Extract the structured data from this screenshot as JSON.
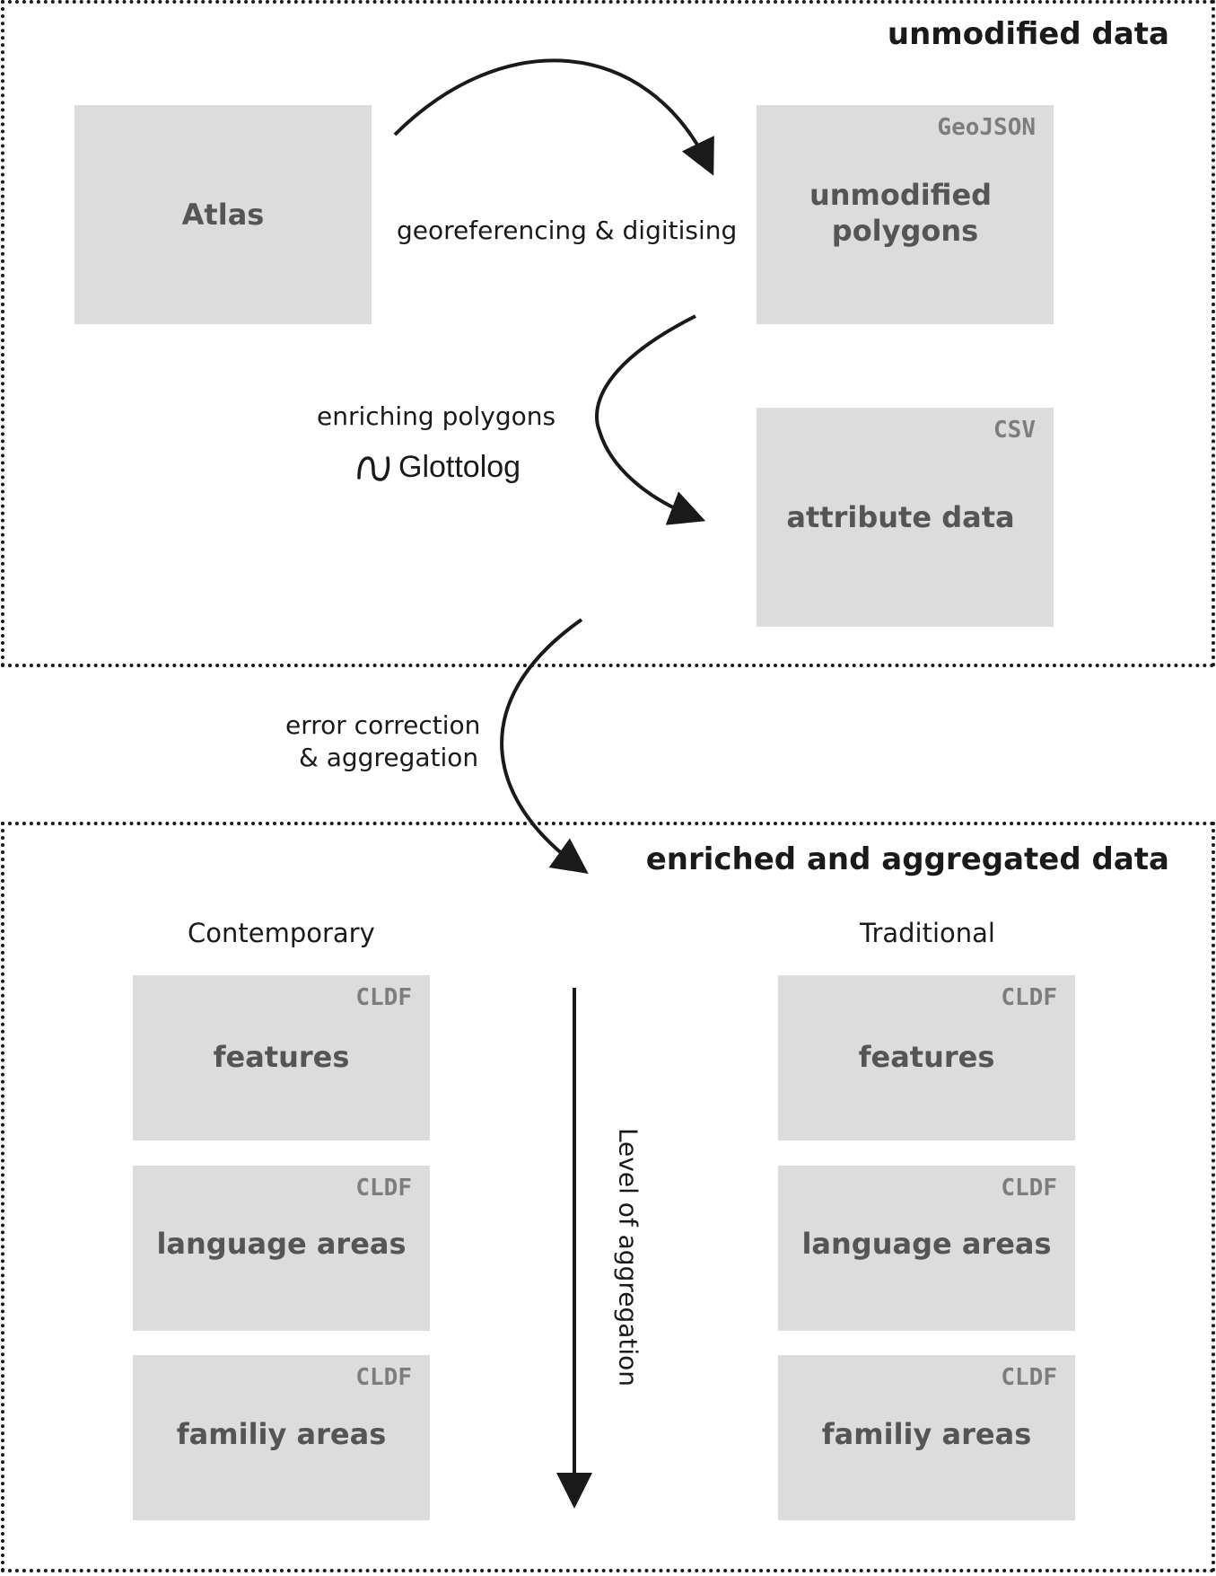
{
  "regions": {
    "top_title": "unmodified data",
    "bottom_title": "enriched and aggregated data"
  },
  "boxes": {
    "atlas": {
      "label": "Atlas"
    },
    "unmodified_polygons": {
      "tag": "GeoJSON",
      "label_line1": "unmodified",
      "label_line2": "polygons"
    },
    "attribute_data": {
      "tag": "CSV",
      "label": "attribute data"
    }
  },
  "edges": {
    "georeferencing": "georeferencing & digitising",
    "enriching": "enriching polygons",
    "glottolog": "Glottolog",
    "error_correction_line1": "error correction",
    "error_correction_line2": "& aggregation"
  },
  "columns": [
    {
      "heading": "Contemporary",
      "boxes": [
        {
          "tag": "CLDF",
          "label": "features"
        },
        {
          "tag": "CLDF",
          "label": "language areas"
        },
        {
          "tag": "CLDF",
          "label": "familiy areas"
        }
      ]
    },
    {
      "heading": "Traditional",
      "boxes": [
        {
          "tag": "CLDF",
          "label": "features"
        },
        {
          "tag": "CLDF",
          "label": "language areas"
        },
        {
          "tag": "CLDF",
          "label": "familiy areas"
        }
      ]
    }
  ],
  "aggregation_axis_label": "Level of aggregation",
  "colors": {
    "box_fill": "#dcdcdd",
    "box_label": "#555558",
    "box_tag": "#7d7d7f",
    "ink": "#1a1a1a"
  }
}
